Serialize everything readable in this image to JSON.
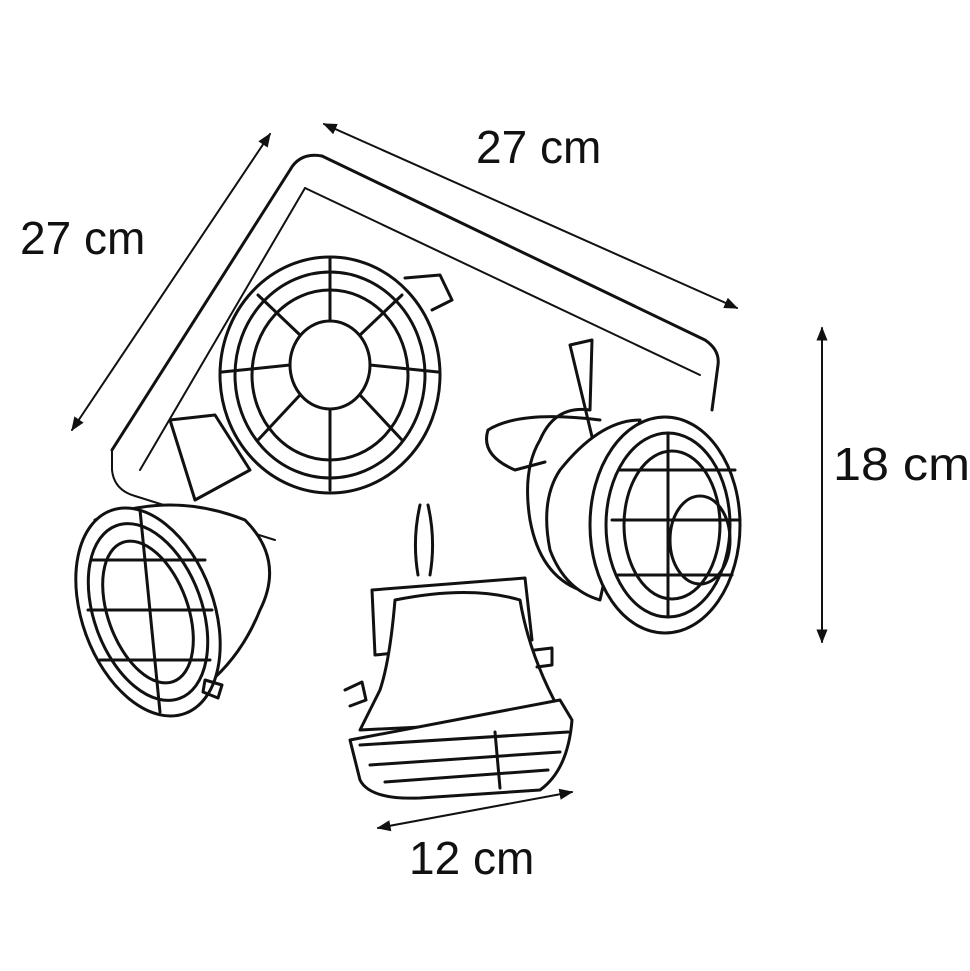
{
  "dimensions": {
    "depth": "27 cm",
    "width": "27 cm",
    "height": "18 cm",
    "spot_diameter": "12 cm"
  }
}
